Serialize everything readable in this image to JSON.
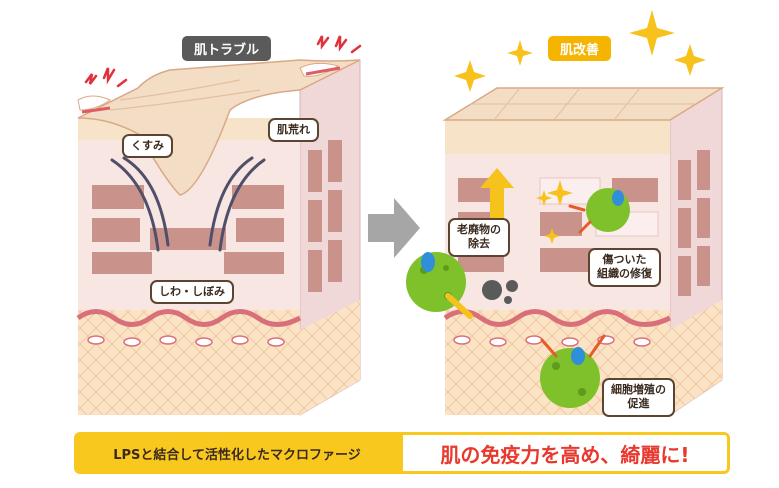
{
  "labels": {
    "trouble_title": "肌トラブル",
    "improve_title": "肌改善",
    "dullness": "くすみ",
    "roughness": "肌荒れ",
    "wrinkles": "しわ・しぼみ",
    "waste_line1": "老廃物の",
    "waste_line2": "除去",
    "repair_line1": "傷ついた",
    "repair_line2": "組織の修復",
    "cell_line1": "細胞増殖の",
    "cell_line2": "促進"
  },
  "banner": {
    "left_text": "LPSと結合して活性化したマクロファージ",
    "right_text": "肌の免疫力を高め、綺麗に!"
  },
  "colors": {
    "skin_surface": "#f3ddc5",
    "skin_layer": "#f8e6e2",
    "collagen": "#c9928a",
    "fat": "#fbe3c6",
    "banner_yellow": "#f8c81e",
    "banner_red_text": "#e8392e",
    "macrophage_green": "#7fc12b"
  }
}
